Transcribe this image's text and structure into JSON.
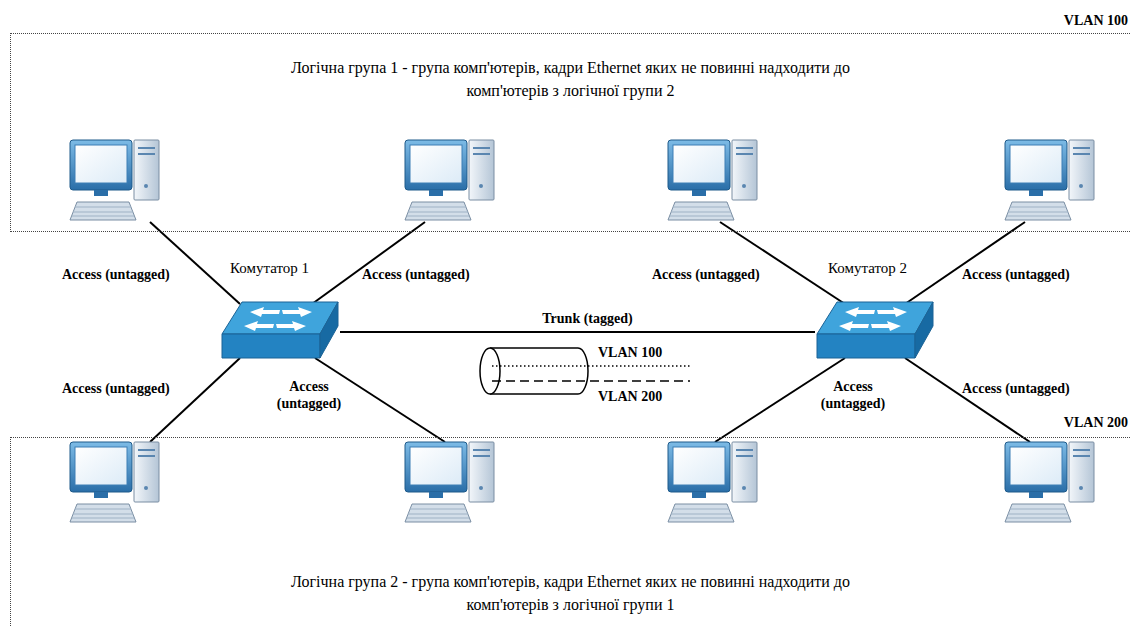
{
  "diagram": {
    "nodes": [
      {
        "text": [
          "VLAN 100",
          "Логічна група 1 - група комп'ютерів, кадри Ethernet яких не повинні надходити до комп'ютерів з логічної групи 2"
        ]
      },
      {
        "text": [
          "Комутатор 1"
        ]
      },
      {
        "text": [
          "Комутатор 2"
        ]
      },
      {
        "text": [
          "VLAN 200",
          "Логічна група 2 - група комп'ютерів, кадри Ethernet яких не повинні надходити до комп'ютерів з логічної групи 1"
        ]
      }
    ],
    "edges": [
      {
        "from": 1,
        "to": 2,
        "label": "Trunk (tagged)",
        "arrow": "none"
      }
    ],
    "labels": [
      "Access (untagged)",
      "Access (untagged)",
      "Access (untagged)",
      "Access (untagged)",
      "VLAN 100",
      "Access (untagged)",
      "Access (untagged)",
      "Access (untagged)",
      "Access (untagged)",
      "VLAN 200"
    ]
  }
}
